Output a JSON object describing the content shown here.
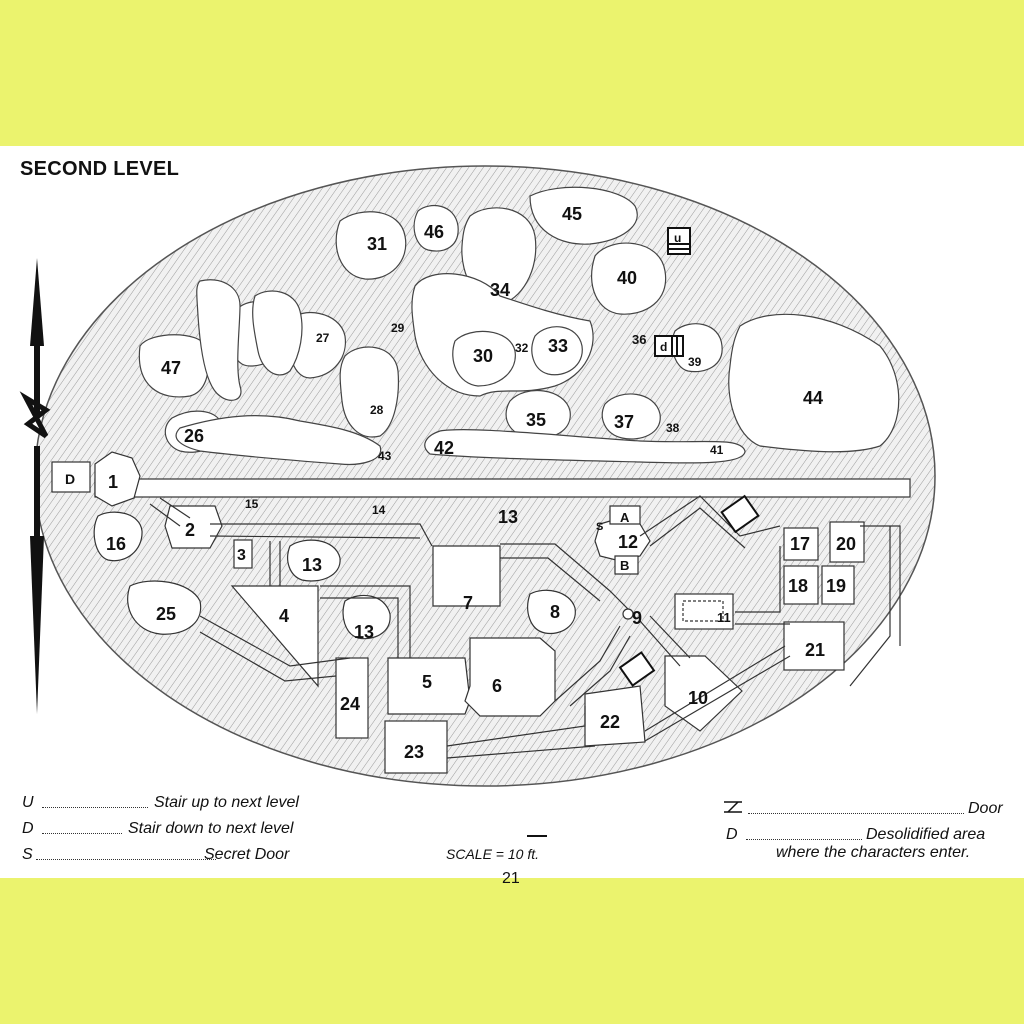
{
  "page": {
    "title": "SECOND LEVEL",
    "page_number": "21"
  },
  "map": {
    "entry_door_label": "D",
    "rooms": [
      "1",
      "2",
      "3",
      "4",
      "5",
      "6",
      "7",
      "8",
      "9",
      "10",
      "11",
      "12",
      "13",
      "13",
      "13",
      "14",
      "15",
      "16",
      "17",
      "18",
      "19",
      "20",
      "21",
      "22",
      "23",
      "24",
      "25",
      "26",
      "27",
      "28",
      "29",
      "30",
      "32",
      "33",
      "34",
      "35",
      "37",
      "38",
      "39",
      "40",
      "41",
      "42",
      "43",
      "44",
      "45",
      "46",
      "47",
      "31",
      "36"
    ],
    "markers": {
      "a": "A",
      "b": "B",
      "stair_up": "u",
      "stair_down": "d",
      "secret": "S"
    }
  },
  "legend": {
    "left": [
      {
        "key": "U",
        "label": "Stair up to next level"
      },
      {
        "key": "D",
        "label": "Stair down to next level"
      },
      {
        "key": "S",
        "label": "Secret Door"
      }
    ],
    "right_door_label": "Door",
    "right_d_key": "D",
    "right_d_label_1": "Desolidified area",
    "right_d_label_2": "where the characters enter.",
    "scale": "SCALE = 10 ft."
  },
  "colors": {
    "background_band": "#ebf36e",
    "sheet": "#ffffff",
    "ink": "#111111",
    "shading": "#b5b5b5"
  }
}
